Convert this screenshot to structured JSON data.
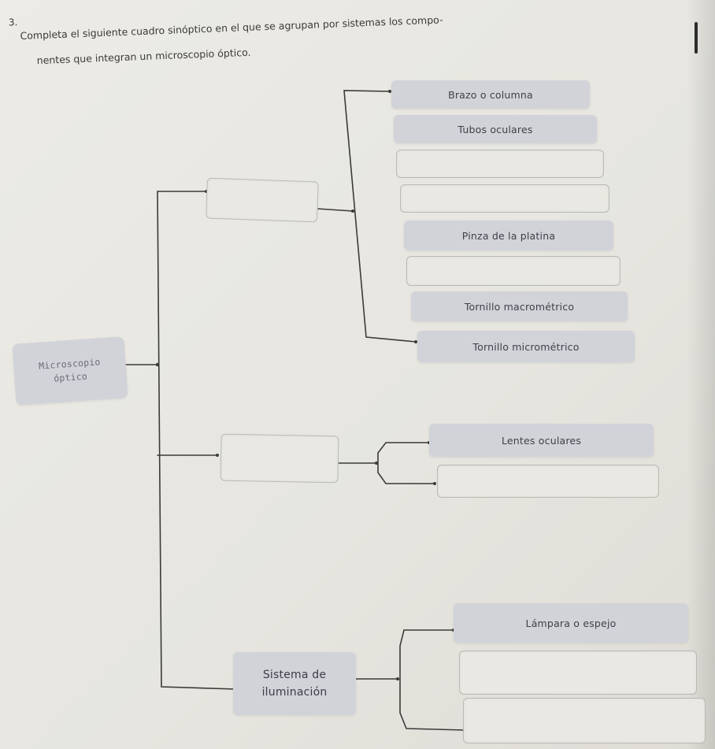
{
  "instruction": {
    "number": "3.",
    "line1": "Completa el siguiente cuadro sinóptico en el que se agrupan por sistemas los compo-",
    "line2": "nentes que integran un microscopio óptico."
  },
  "root": {
    "line1": "Microscopio",
    "line2": "óptico"
  },
  "groups": {
    "mecanico": {
      "label": "",
      "items": [
        "Brazo o columna",
        "Tubos oculares",
        "",
        "",
        "Pinza de la platina",
        "",
        "Tornillo macrométrico",
        "Tornillo micrométrico"
      ]
    },
    "optico": {
      "label": "",
      "items": [
        "Lentes oculares",
        ""
      ]
    },
    "iluminacion": {
      "line1": "Sistema de",
      "line2": "iluminación",
      "items": [
        "Lámpara o espejo",
        "",
        ""
      ]
    }
  },
  "colors": {
    "filled_box": "#d2d3d9",
    "empty_border": "#b9b9b9",
    "line": "#3a3a3a"
  }
}
